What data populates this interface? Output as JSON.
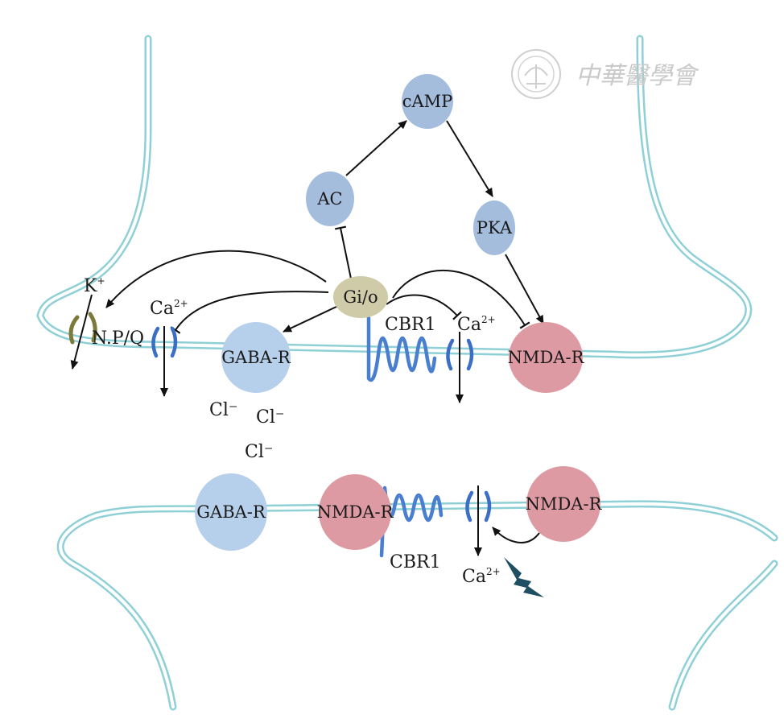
{
  "watermark": {
    "text": "中華醫學會"
  },
  "nodes": {
    "camp": "cAMP",
    "ac": "AC",
    "pka": "PKA",
    "gio": "Gi/o",
    "gaba_pre": "GABA-R",
    "nmda_pre": "NMDA-R",
    "gaba_post": "GABA-R",
    "nmda_post_left": "NMDA-R",
    "nmda_post_right": "NMDA-R"
  },
  "labels": {
    "k_ion": "K",
    "k_charge": "+",
    "npq": "N.P/Q",
    "ca_left": "Ca",
    "ca_mid": "Ca",
    "ca_post": "Ca",
    "ca_charge": "2+",
    "cbr1_pre": "CBR1",
    "cbr1_post": "CBR1",
    "cl_1": "Cl⁻",
    "cl_2": "Cl⁻",
    "cl_3": "Cl⁻"
  },
  "colors": {
    "membrane": "#8fd0d6",
    "signaling_node": "#a5bddd",
    "gio_node": "#cfcba9",
    "gaba_node": "#b6cfea",
    "nmda_node": "#de9aa3",
    "receptor_coil": "#4a7fcf",
    "ca_channel": "#3b6fc6",
    "k_channel": "#7b7a3a",
    "lightning": "#1f4f63"
  }
}
